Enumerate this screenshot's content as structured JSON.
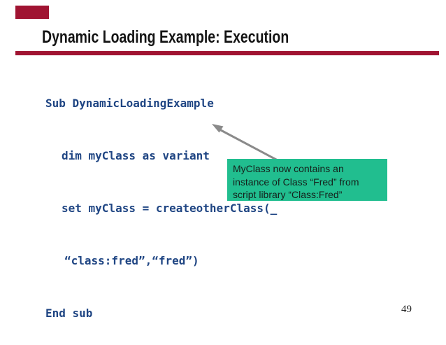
{
  "slide": {
    "title": "Dynamic Loading Example: Execution",
    "page_number": "49",
    "code": {
      "lines": [
        "Sub DynamicLoadingExample",
        "dim myClass as variant",
        "set myClass = createotherClass(_",
        "“class:fred”,“fred”)",
        "End sub"
      ]
    },
    "callout": {
      "lines": [
        "MyClass now contains an",
        "instance of Class “Fred” from",
        "script library “Class:Fred”"
      ]
    },
    "colors": {
      "accent_crimson": "#A01432",
      "code_blue": "#1F4583",
      "callout_green": "#21BE8F",
      "arrow_gray": "#8A8A8A",
      "title_black": "#141414"
    }
  }
}
